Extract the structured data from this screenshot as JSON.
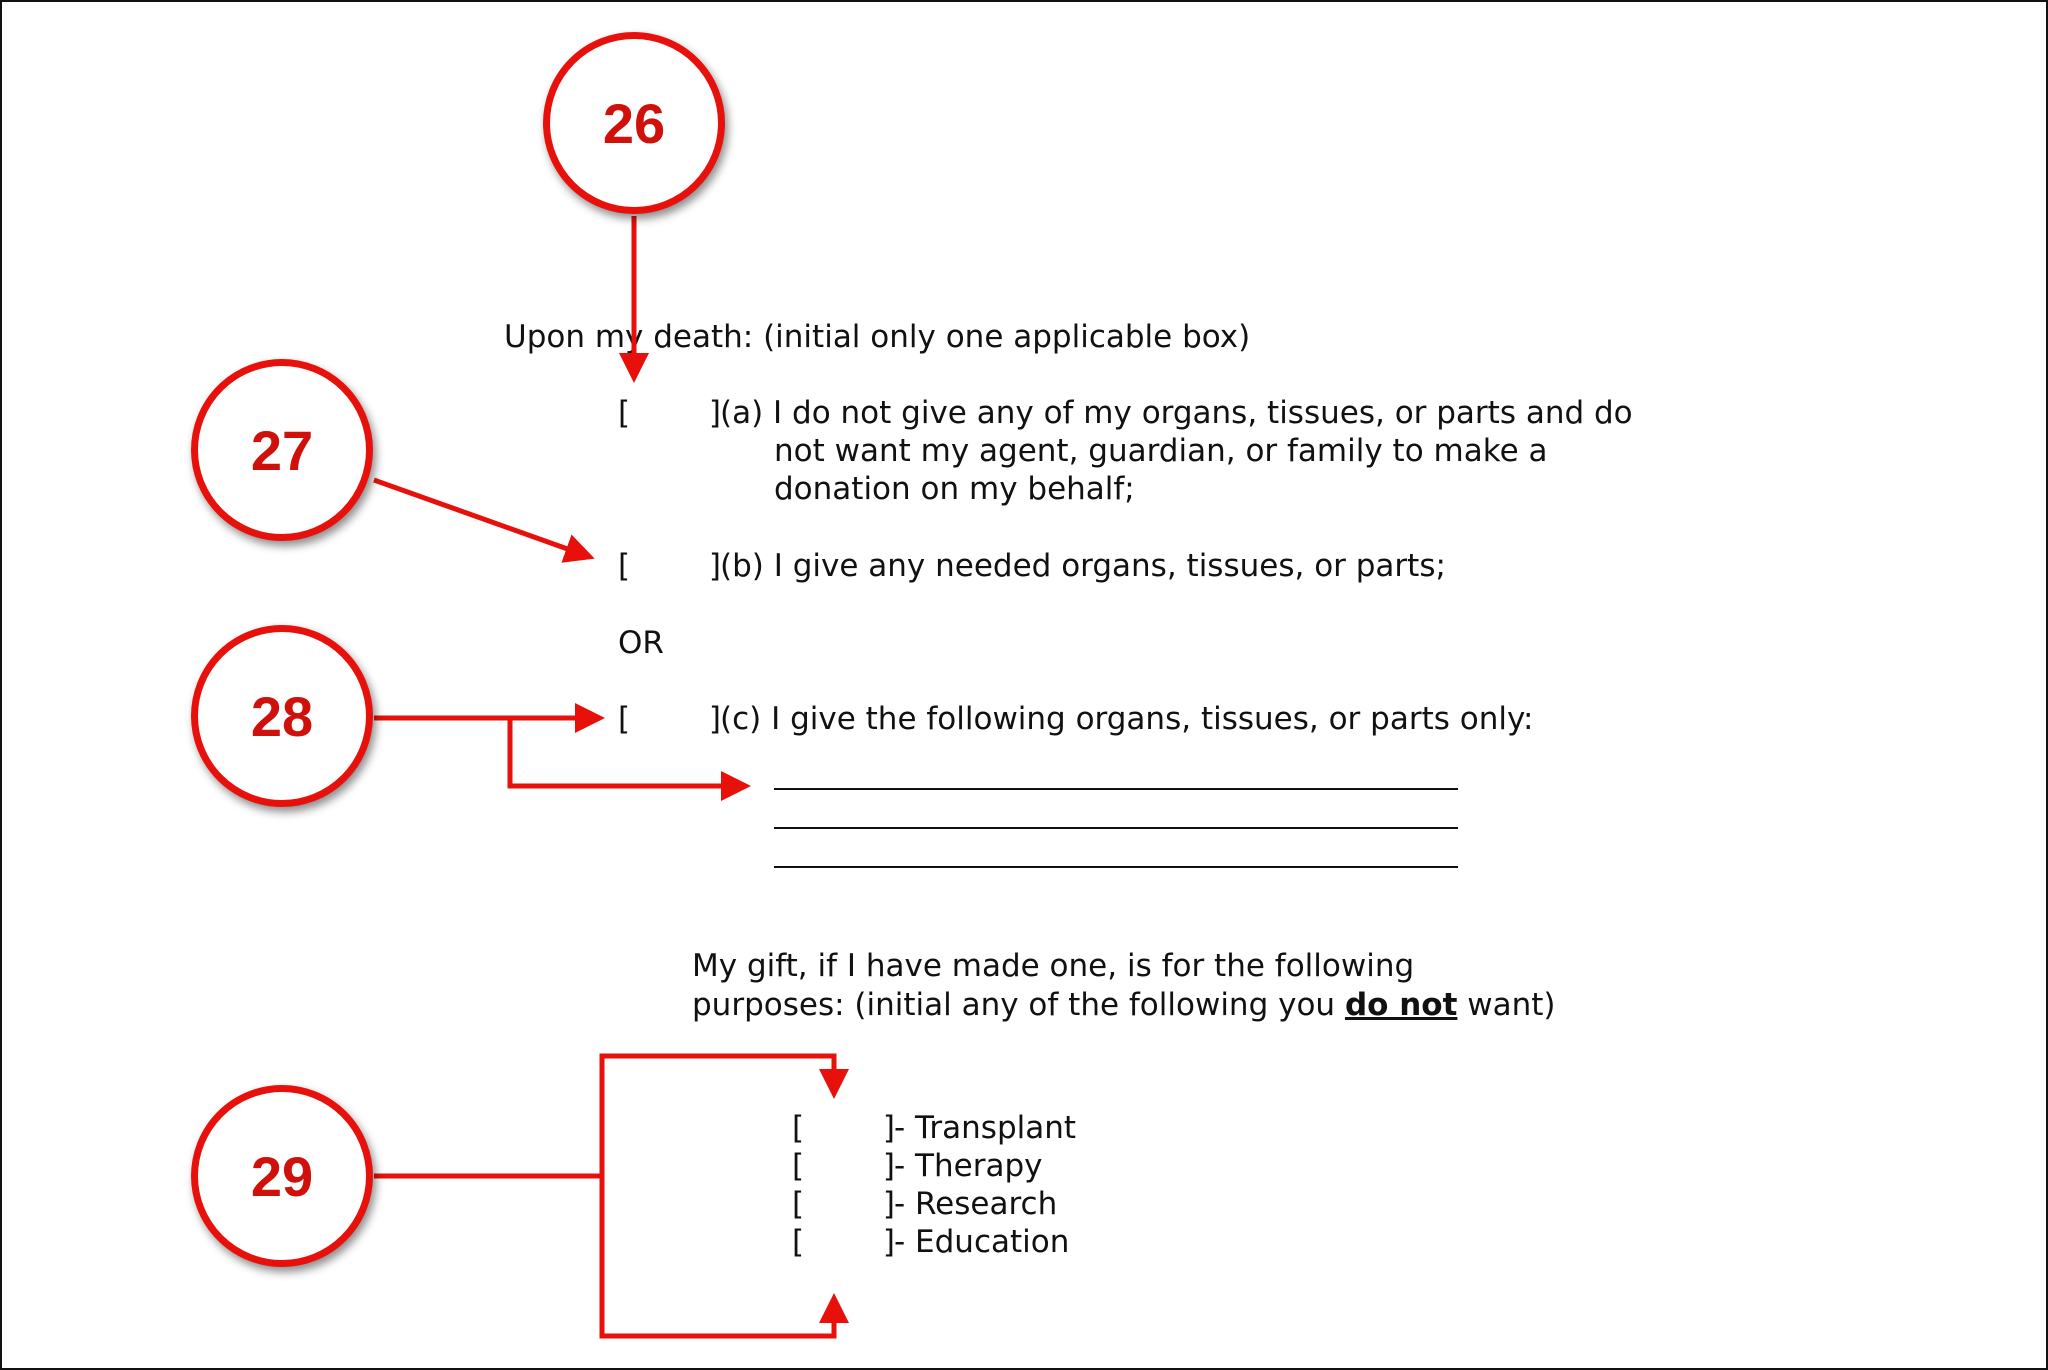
{
  "section": {
    "intro": "Upon my death: (initial only one applicable box)",
    "option_a": {
      "box": "[        ]",
      "line1": "(a) I do not give any of my organs, tissues, or parts and do",
      "line2": "not want my agent, guardian, or family to make a",
      "line3": "donation on my behalf;"
    },
    "option_b": {
      "box": "[        ]",
      "text": "(b) I give any needed organs, tissues, or parts;"
    },
    "or_label": "OR",
    "option_c": {
      "box": "[        ]",
      "text": "(c) I give the following organs, tissues, or parts only:",
      "blank_line_count": 3
    }
  },
  "purposes": {
    "line1": "My gift, if I have made one, is for the following",
    "line2_before": "purposes: (initial any of the following you ",
    "line2_emphasis": "do not",
    "line2_after": " want)",
    "items": [
      {
        "box": "[        ]",
        "label": "- Transplant"
      },
      {
        "box": "[        ]",
        "label": "- Therapy"
      },
      {
        "box": "[        ]",
        "label": "- Research"
      },
      {
        "box": "[        ]",
        "label": "- Education"
      }
    ]
  },
  "callouts": [
    {
      "number": "26"
    },
    {
      "number": "27"
    },
    {
      "number": "28"
    },
    {
      "number": "29"
    }
  ],
  "colors": {
    "callout_red": "#e8100a",
    "text": "#111111",
    "border": "#111111"
  }
}
